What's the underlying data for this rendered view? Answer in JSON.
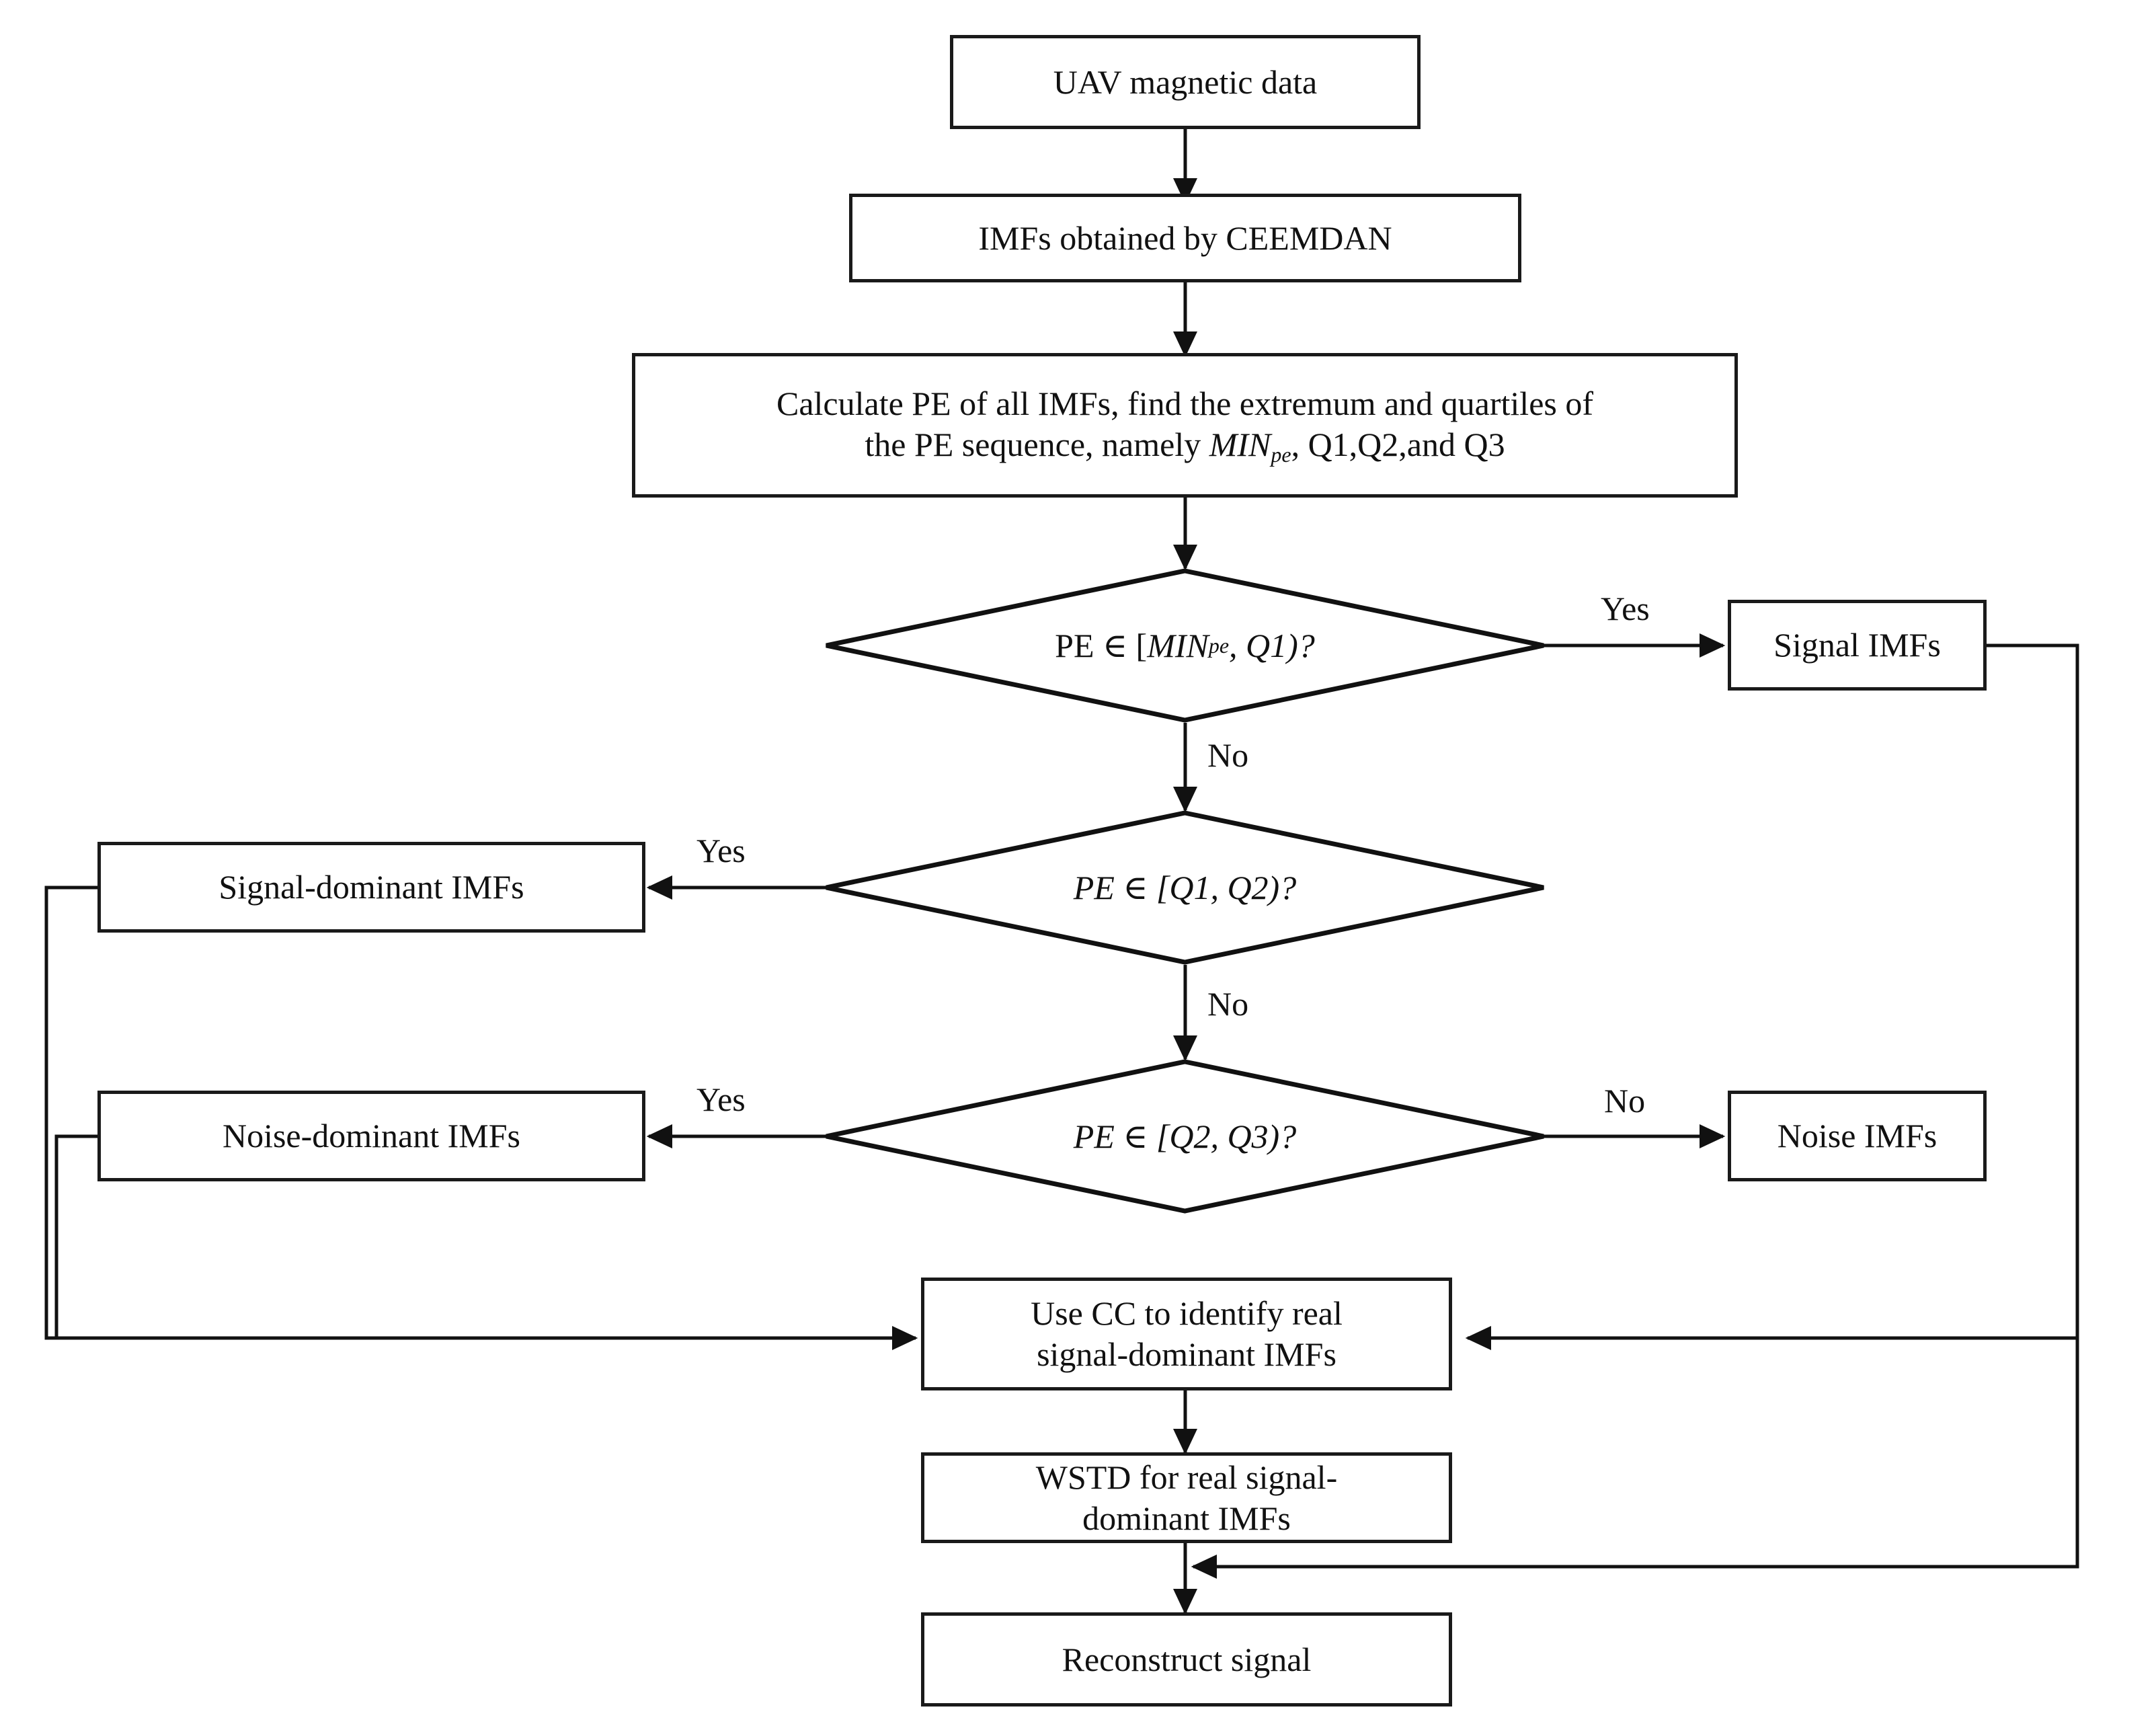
{
  "diagram": {
    "title": "UAV magnetic data denoising flowchart",
    "type": "flowchart",
    "colors": {
      "background": "#ffffff",
      "stroke": "#1a1a1a",
      "text": "#111111"
    },
    "nodes": {
      "uav_data": {
        "label": "UAV magnetic data",
        "shape": "process"
      },
      "imfs_ceemdan": {
        "label": "IMFs obtained by CEEMDAN",
        "shape": "process"
      },
      "calc_pe_line1": {
        "label": "Calculate PE of all IMFs, find the extremum and quartiles of"
      },
      "calc_pe_line2_a": {
        "label": "the PE sequence, namely "
      },
      "calc_pe_min": {
        "label": "MIN"
      },
      "calc_pe_min_sub": {
        "label": "pe"
      },
      "calc_pe_line2_b": {
        "label": ", Q1,Q2,and Q3"
      },
      "decision1_pre": {
        "label": "PE ∈ ["
      },
      "decision1_min": {
        "label": "MIN"
      },
      "decision1_min_sub": {
        "label": "pe"
      },
      "decision1_post": {
        "label": ", Q1)?"
      },
      "decision2": {
        "label": "PE ∈ [Q1, Q2)?"
      },
      "decision3": {
        "label": "PE ∈ [Q2, Q3)?"
      },
      "signal_imfs": {
        "label": "Signal IMFs",
        "shape": "process"
      },
      "signal_dominant_imfs": {
        "label": "Signal-dominant IMFs",
        "shape": "process"
      },
      "noise_dominant_imfs": {
        "label": "Noise-dominant IMFs",
        "shape": "process"
      },
      "noise_imfs": {
        "label": "Noise IMFs",
        "shape": "process"
      },
      "use_cc_line1": {
        "label": "Use CC to identify real"
      },
      "use_cc_line2": {
        "label": "signal-dominant IMFs"
      },
      "wstd_line1": {
        "label": "WSTD for real signal-"
      },
      "wstd_line2": {
        "label": "dominant IMFs"
      },
      "reconstruct": {
        "label": "Reconstruct signal",
        "shape": "process"
      }
    },
    "edge_labels": {
      "d1_yes": "Yes",
      "d1_no": "No",
      "d2_yes": "Yes",
      "d2_no": "No",
      "d3_yes": "Yes",
      "d3_no": "No"
    }
  }
}
